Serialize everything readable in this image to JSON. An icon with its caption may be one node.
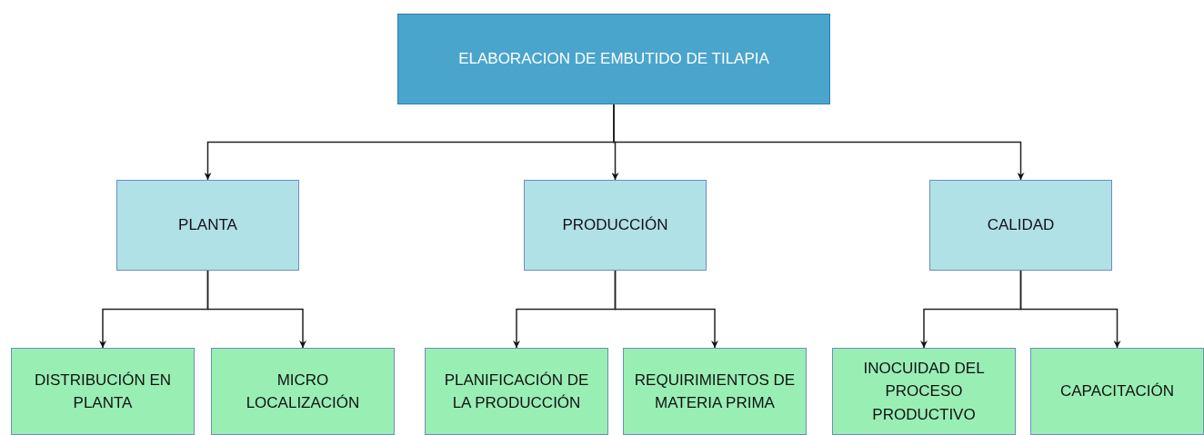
{
  "diagram": {
    "nodes": [
      {
        "text": [
          "ELABORACION DE EMBUTIDO DE TILAPIA"
        ]
      },
      {
        "text": [
          "PLANTA"
        ]
      },
      {
        "text": [
          "PRODUCCIÓN"
        ]
      },
      {
        "text": [
          "CALIDAD"
        ]
      },
      {
        "text": [
          "DISTRIBUCIÓN EN PLANTA"
        ]
      },
      {
        "text": [
          "MICRO LOCALIZACIÓN"
        ]
      },
      {
        "text": [
          "PLANIFICACIÓN DE LA PRODUCCIÓN"
        ]
      },
      {
        "text": [
          "REQUIRIMIENTOS DE MATERIA PRIMA"
        ]
      },
      {
        "text": [
          "INOCUIDAD DEL PROCESO PRODUCTIVO"
        ]
      },
      {
        "text": [
          "CAPACITACIÓN"
        ]
      }
    ],
    "edges": [
      {
        "from": 0,
        "to": 1,
        "arrow": "to"
      },
      {
        "from": 0,
        "to": 2,
        "arrow": "to"
      },
      {
        "from": 0,
        "to": 3,
        "arrow": "to"
      },
      {
        "from": 1,
        "to": 4,
        "arrow": "to"
      },
      {
        "from": 1,
        "to": 5,
        "arrow": "to"
      },
      {
        "from": 2,
        "to": 6,
        "arrow": "to"
      },
      {
        "from": 2,
        "to": 7,
        "arrow": "to"
      },
      {
        "from": 3,
        "to": 8,
        "arrow": "to"
      },
      {
        "from": 3,
        "to": 9,
        "arrow": "to"
      }
    ]
  }
}
